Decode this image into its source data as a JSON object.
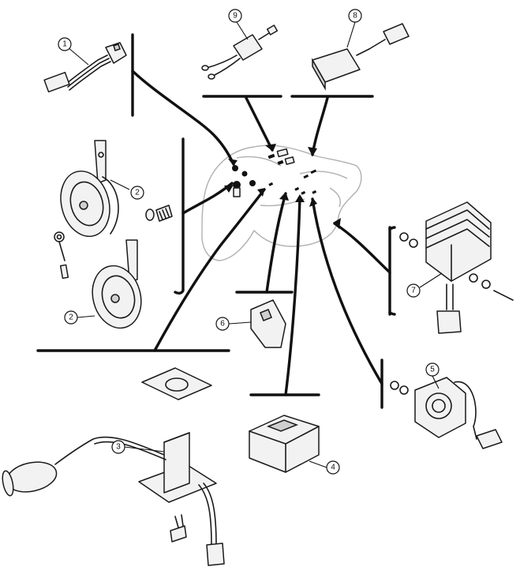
{
  "callouts": [
    {
      "id": "c1",
      "label": "1"
    },
    {
      "id": "c2a",
      "label": "2"
    },
    {
      "id": "c2b",
      "label": "2"
    },
    {
      "id": "c3",
      "label": "3"
    },
    {
      "id": "c4",
      "label": "4"
    },
    {
      "id": "c5",
      "label": "5"
    },
    {
      "id": "c6",
      "label": "6"
    },
    {
      "id": "c7",
      "label": "7"
    },
    {
      "id": "c8",
      "label": "8"
    },
    {
      "id": "c9",
      "label": "9"
    }
  ]
}
